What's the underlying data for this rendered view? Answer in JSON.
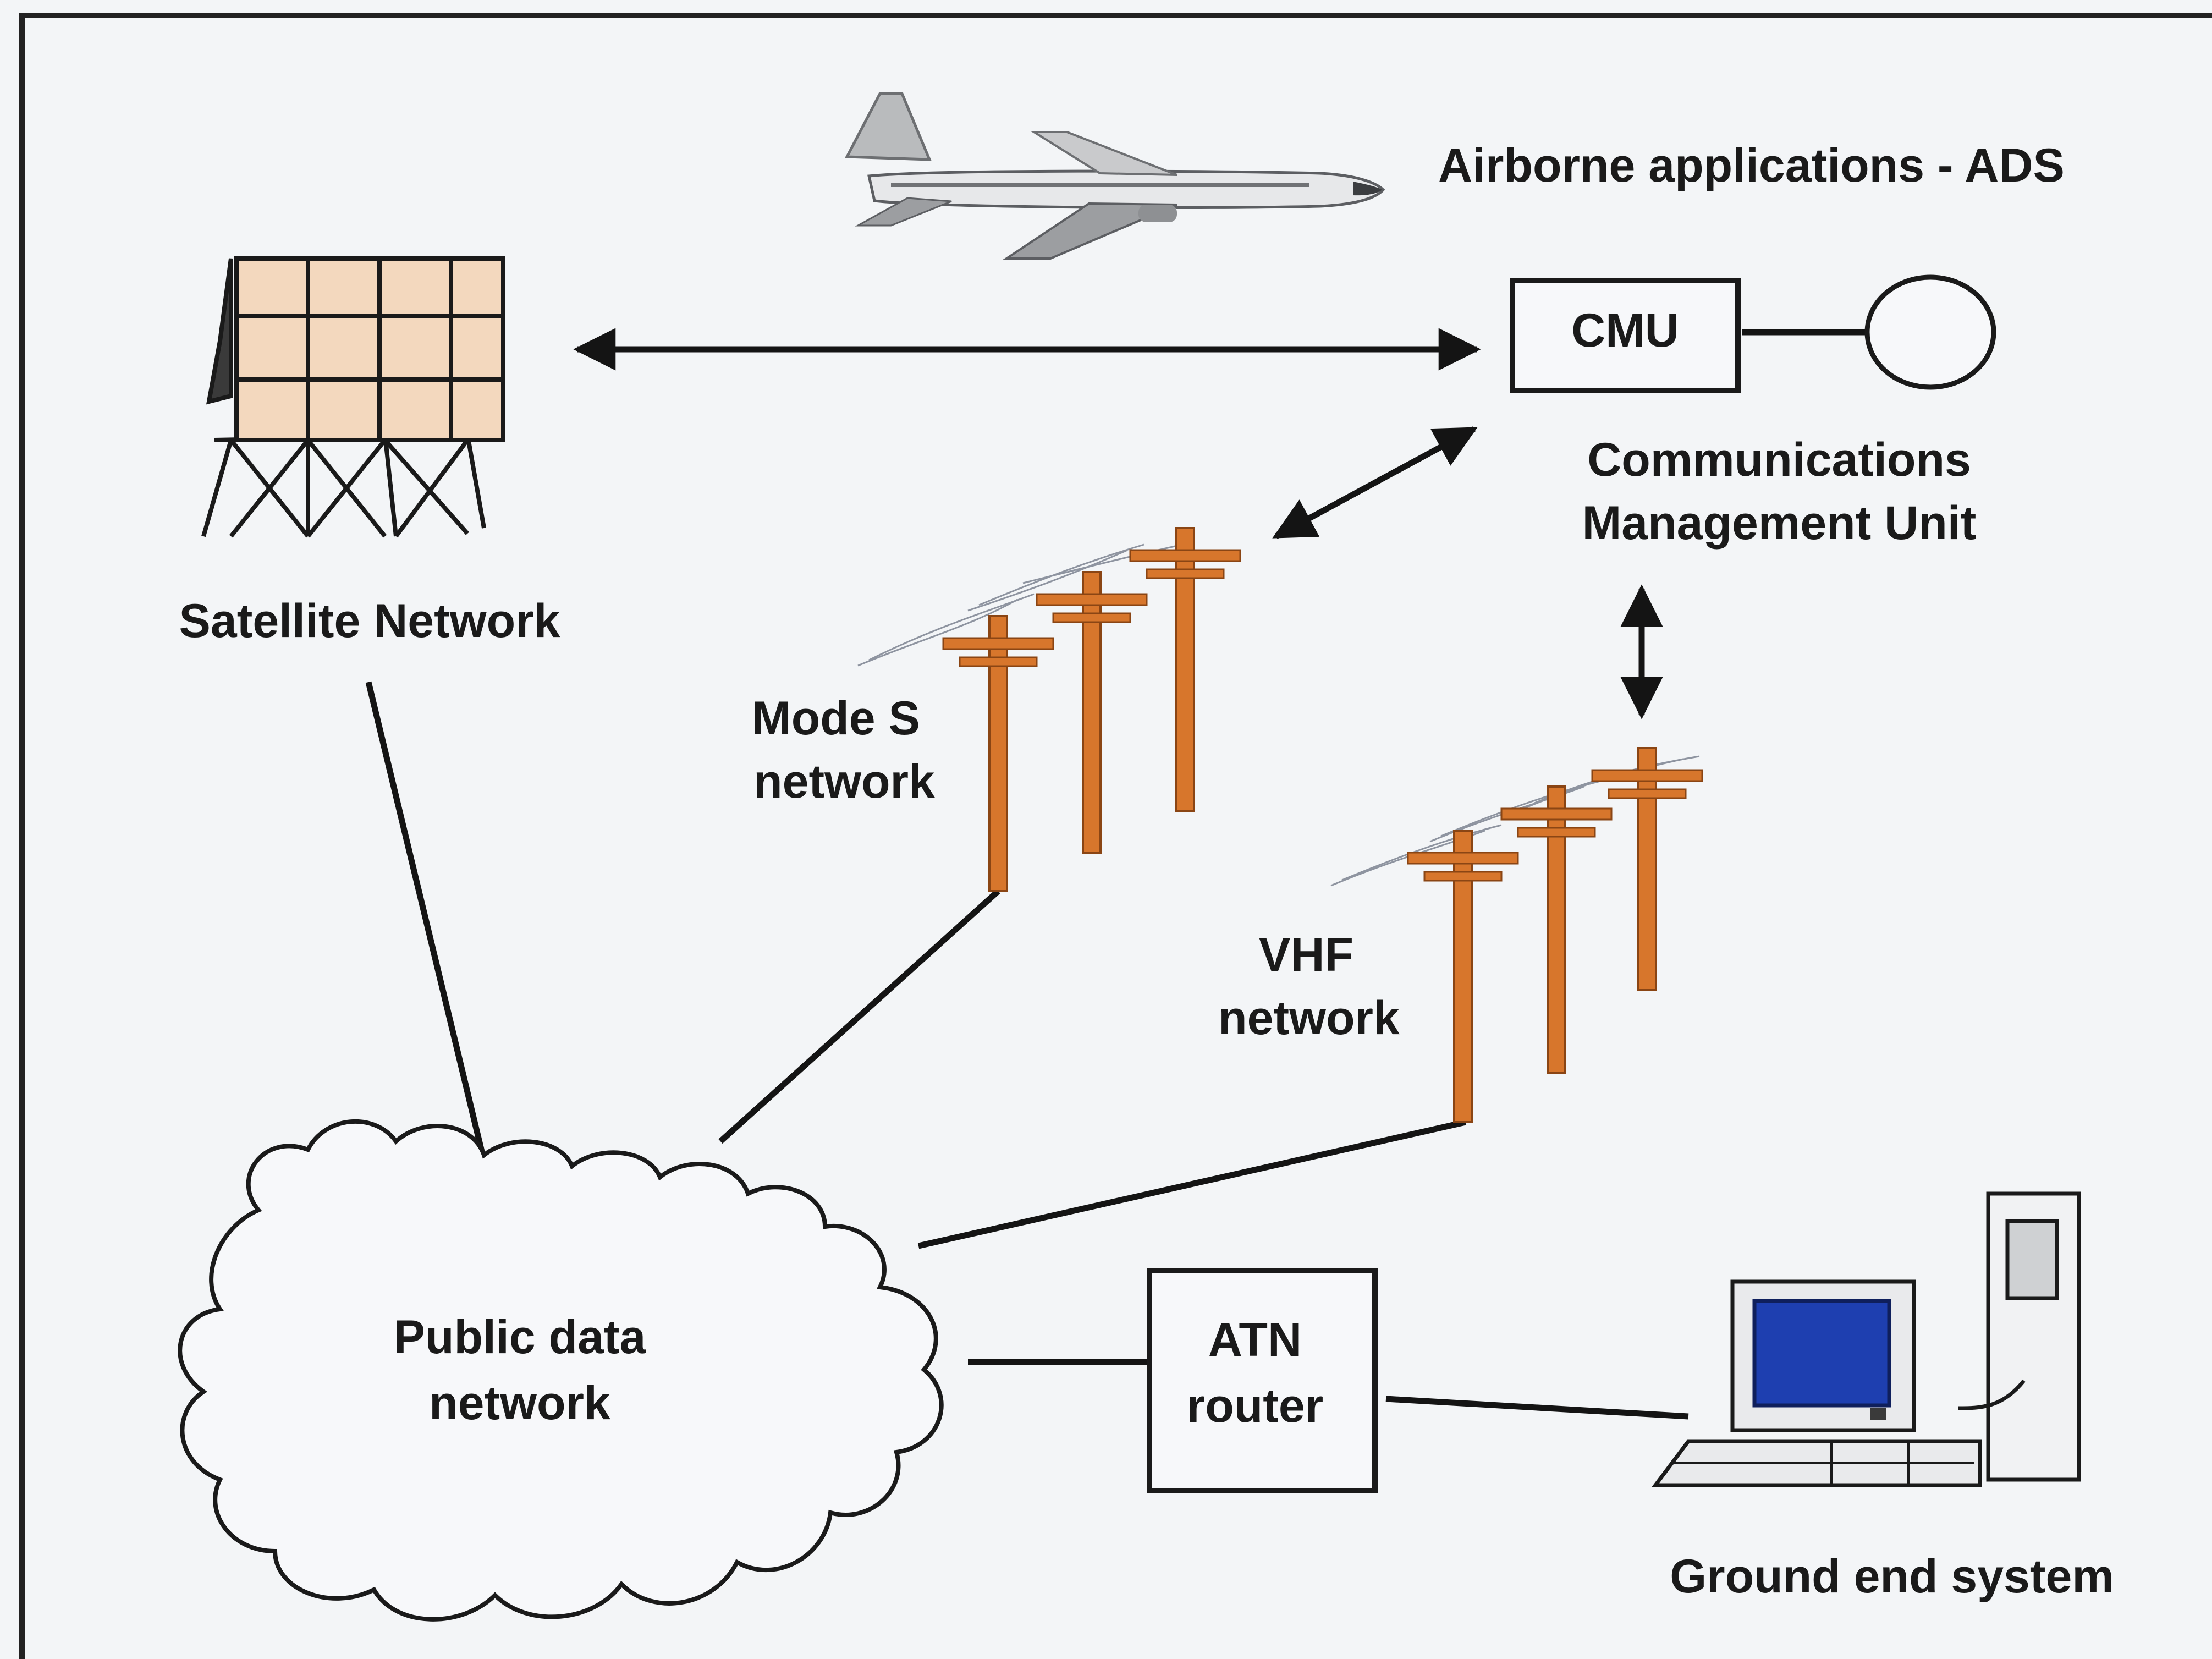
{
  "labels": {
    "airborne": "Airborne applications - ADS",
    "cmu": "CMU",
    "comm_line1": "Communications",
    "comm_line2": "Management Unit",
    "satellite": "Satellite Network",
    "modes_line1": "Mode S",
    "modes_line2": "network",
    "vhf_line1": "VHF",
    "vhf_line2": "network",
    "public_line1": "Public data",
    "public_line2": "network",
    "atn_line1": "ATN",
    "atn_line2": "router",
    "ground": "Ground end system"
  },
  "colors": {
    "background": "#f3f5f7",
    "border": "#222222",
    "line": "#141414",
    "pole": "#d7762c",
    "pole_dark": "#8a4514",
    "satellite_panel": "#f3d8be",
    "monitor_screen": "#1e3fb0"
  },
  "icons": [
    "airplane-icon",
    "satellite-icon",
    "pole-icon",
    "cloud-icon",
    "computer-icon"
  ]
}
